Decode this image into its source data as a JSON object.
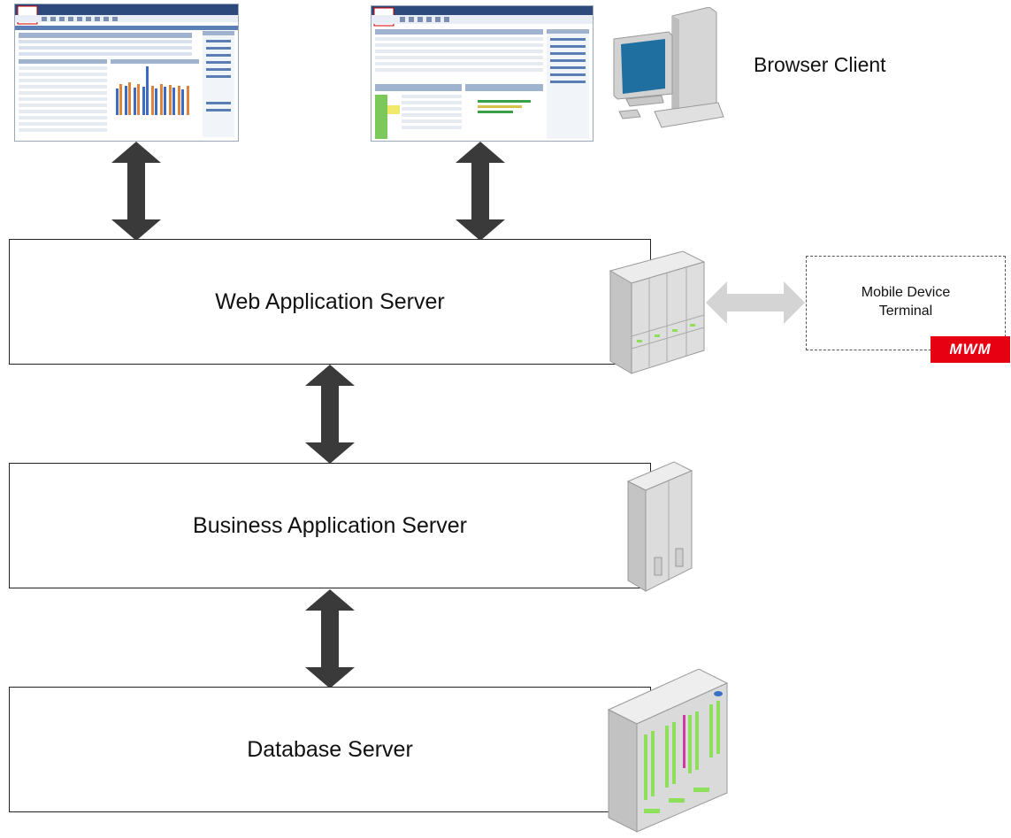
{
  "browser_client": {
    "label": "Browser Client"
  },
  "tiers": {
    "web": {
      "label": "Web Application Server"
    },
    "business": {
      "label": "Business Application Server"
    },
    "database": {
      "label": "Database Server"
    }
  },
  "mobile": {
    "label": "Mobile Device\nTerminal",
    "badge": "MWM"
  },
  "colors": {
    "arrow_dark": "#3a3a3a",
    "arrow_light": "#d4d4d4",
    "badge_red": "#e60012",
    "server_body": "#dedede",
    "led_green": "#8ee05c",
    "screen_blue": "#1f6fa0"
  }
}
